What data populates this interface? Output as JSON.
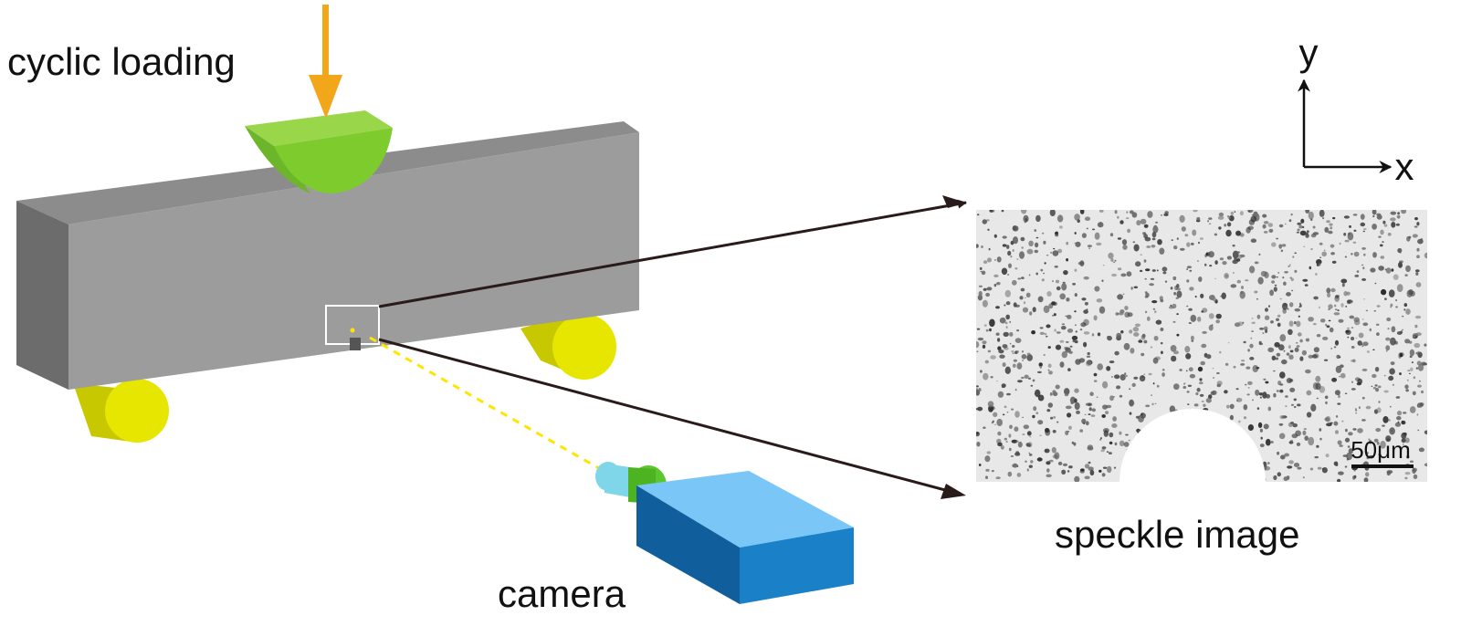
{
  "labels": {
    "loading": "cyclic loading",
    "camera": "camera",
    "speckle": "speckle image",
    "scale": "50μm",
    "axis_x": "x",
    "axis_y": "y"
  },
  "colors": {
    "beam_front": "#9c9c9c",
    "beam_top": "#8c8c8c",
    "beam_side": "#6c6c6c",
    "indenter_face": "#7ecb2e",
    "indenter_top": "#9ad64a",
    "support_face": "#e6e600",
    "support_side": "#c8c800",
    "load_arrow": "#f2a71b",
    "camera_front": "#1a80c8",
    "camera_top": "#79c6f7",
    "camera_side": "#105f9c",
    "lens_ring": "#5cc62e",
    "lens_tip": "#7fd6e8",
    "optical_path": "#ffe600",
    "pointer_arrow": "#2a1b1b",
    "speckle_bg": "#e8e8e8",
    "speckle_dot": "#3a3a3a"
  }
}
